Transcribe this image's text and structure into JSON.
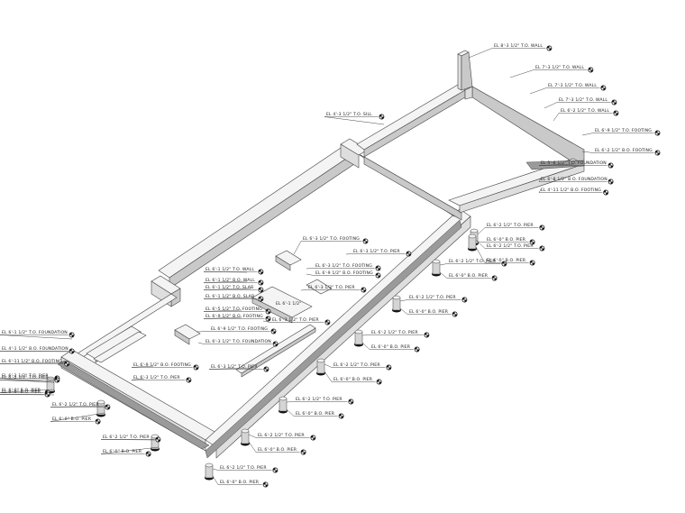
{
  "drawing": {
    "piers": [
      {
        "top": "EL 6'-2 1/2\" T.O. PIER",
        "bottom": "EL 6'-0\" B.O. PIER"
      },
      {
        "top": "EL 6'-2 1/2\" T.O. PIER",
        "bottom": "EL 6'-0\" B.O. PIER"
      },
      {
        "top": "EL 6'-2 1/2\" T.O. PIER",
        "bottom": "EL 6'-0\" B.O. PIER"
      },
      {
        "top": "EL 6'-2 1/2\" T.O. PIER",
        "bottom": "EL 6'-0\" B.O. PIER"
      },
      {
        "top": "EL 6'-2 1/2\" T.O. PIER",
        "bottom": "EL 6'-0\" B.O. PIER"
      },
      {
        "top": "EL 6'-2 1/2\" T.O. PIER",
        "bottom": "EL 6'-0\" B.O. PIER"
      },
      {
        "top": "EL 6'-2 1/2\" T.O. PIER",
        "bottom": "EL 6'-0\" B.O. PIER"
      },
      {
        "top": "EL 6'-2 1/2\" T.O. PIER",
        "bottom": "EL 6'-0\" B.O. PIER"
      },
      {
        "top": "EL 6'-2 1/2\" T.O. PIER",
        "bottom": "EL 6'-0\" B.O. PIER"
      },
      {
        "top": "EL 6'-2 1/2\" T.O. PIER",
        "bottom": "EL 6'-0\" B.O. PIER"
      },
      {
        "top": "EL 6'-2 1/2\" T.O. PIER",
        "bottom": "EL 6'-0\" B.O. PIER"
      },
      {
        "top": "EL 6'-2 1/2\" T.O. PIER",
        "bottom": "EL 6'-0\" B.O. PIER"
      }
    ],
    "top_callouts": [
      "EL 8'-3 1/2\" T.O. WALL",
      "EL 7'-3 1/2\" T.O. WALL",
      "EL 7'-3 1/2\" T.O. WALL",
      "EL 7'-3 1/2\" T.O. WALL",
      "EL 6'-2 1/2\" T.O. WALL",
      "EL 4'-3 1/2\" T.O. SILL"
    ],
    "right_callouts": [
      "EL 6'-9 1/2\" T.O. FOOTING",
      "EL 6'-2 1/2\" B.O. FOOTING",
      "EL 5'-6 1/2\" T.O. FOUNDATION",
      "EL 6'-8 1/2\" B.O. FOUNDATION",
      "EL 4'-11 1/2\" B.O. FOOTING"
    ],
    "center_callouts": [
      "EL 6'-3 1/2\" T.O. FOOTING",
      "EL 6'-3 1/2\" T.O. PIER",
      "EL 6'-3 1/2\" T.O. FOOTING",
      "EL 6'-9 1/2\" B.O. FOOTING",
      "EL 6'-3 1/2\" T.O. PIER",
      "EL 6'-3 1/2\" T.O. PIER",
      "EL 6'-3 1/2\" T.O. PIER"
    ],
    "left_callouts": [
      "EL 6'-1 1/2\" T.O. WALL",
      "EL 6'-1 1/2\" B.O. WALL",
      "EL 6'-1 1/2\" T.O. SLAB",
      "EL 6'-1 1/2\" B.O. SLAB",
      "EL 6'-5 1/2\" T.O. FOOTING",
      "EL 6'-9 1/2\" B.O. FOOTING",
      "EL 6'-9 1/2\" T.O. FOOTING",
      "EL 6'-3 1/2\" T.O. FOUNDATION",
      "EL 6'-9 1/2\" B.O. FOOTING",
      "EL 6'-3 1/2\" T.O. PIER"
    ],
    "far_left_callouts": [
      "EL 6'-1 1/2\" T.O. FOUNDATION",
      "EL 4'-1 1/2\" B.O. FOUNDATION",
      "EL 6'-11 1/2\" B.O. FOOTING",
      "EL 6'-2 1/2\" T.O. PIER",
      "EL 6'-0\" B.O. PIER"
    ],
    "slab_tag": "EL 6'-1 1/2\""
  }
}
